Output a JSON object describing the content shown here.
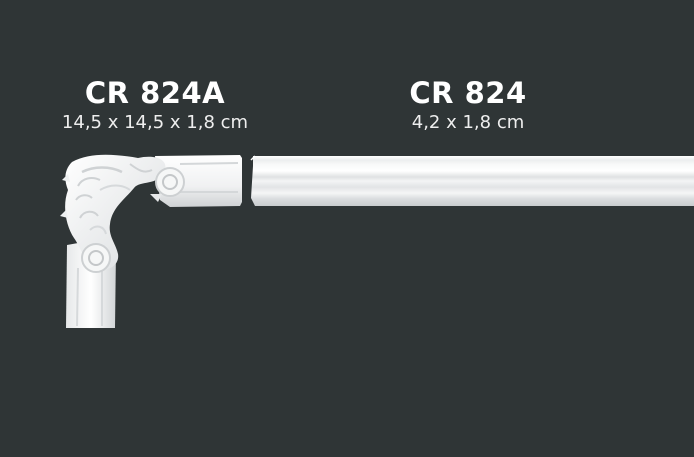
{
  "products": [
    {
      "code": "CR 824A",
      "dimensions": "14,5 x 14,5 x 1,8 cm"
    },
    {
      "code": "CR 824",
      "dimensions": "4,2 x 1,8 cm"
    }
  ],
  "colors": {
    "background": "#2f3536",
    "text": "#ffffff",
    "moulding": "#f2f3f4",
    "moulding_shadow": "#c8cbcd"
  }
}
